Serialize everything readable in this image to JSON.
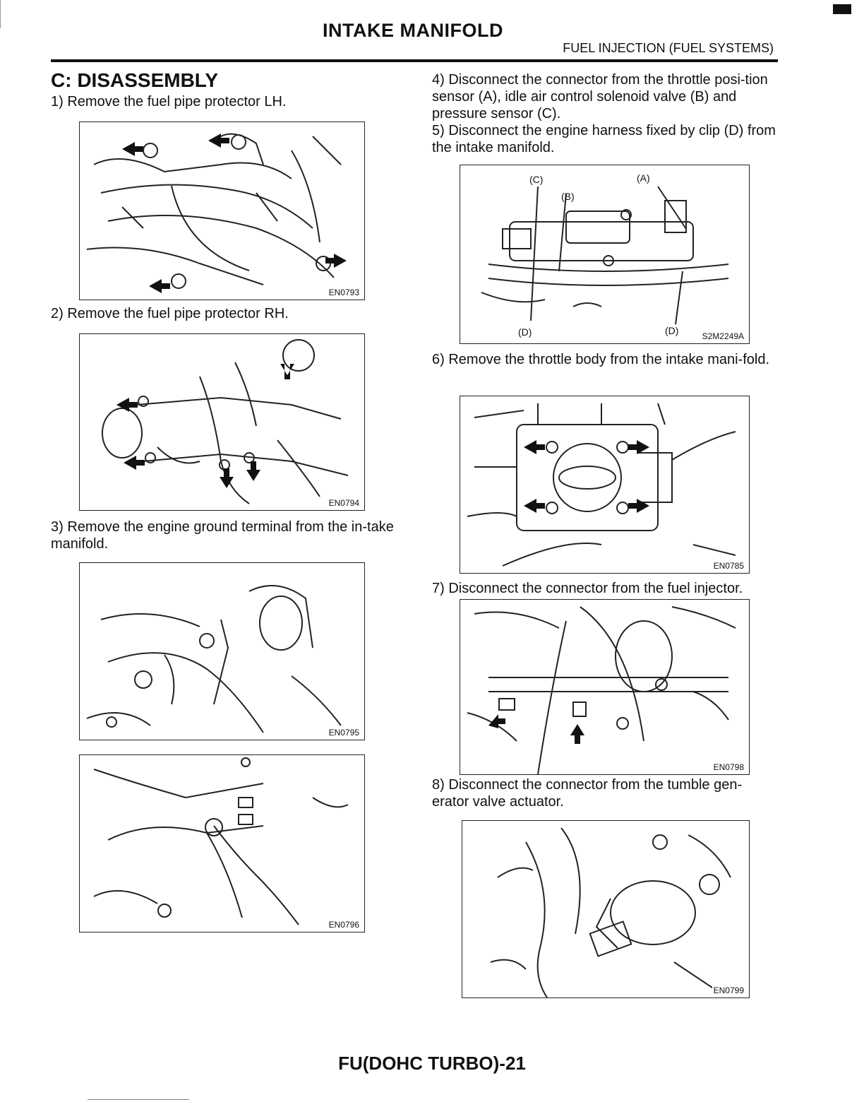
{
  "header": {
    "title": "INTAKE MANIFOLD",
    "section": "FUEL INJECTION (FUEL SYSTEMS)"
  },
  "heading": "C: DISASSEMBLY",
  "steps": [
    "1) Remove the fuel pipe protector LH.",
    "2) Remove the fuel pipe protector RH.",
    "3) Remove the engine ground terminal from the in-take manifold.",
    "4) Disconnect the connector from the throttle posi-tion sensor (A), idle air control solenoid valve (B) and pressure sensor (C).",
    "5) Disconnect the engine harness fixed by clip (D) from the intake manifold.",
    "6) Remove the throttle body from the intake mani-fold.",
    "7) Disconnect the connector from the fuel injector.",
    "8) Disconnect the connector from the tumble gen-erator valve actuator."
  ],
  "figures": {
    "f1": "EN0793",
    "f2": "EN0794",
    "f3": "EN0795",
    "f4": "EN0796",
    "f5": "S2M2249A",
    "f6": "EN0785",
    "f7": "EN0798",
    "f8": "EN0799"
  },
  "callouts": {
    "a": "(A)",
    "b": "(B)",
    "c": "(C)",
    "d": "(D)"
  },
  "footer": "FU(DOHC TURBO)-21"
}
